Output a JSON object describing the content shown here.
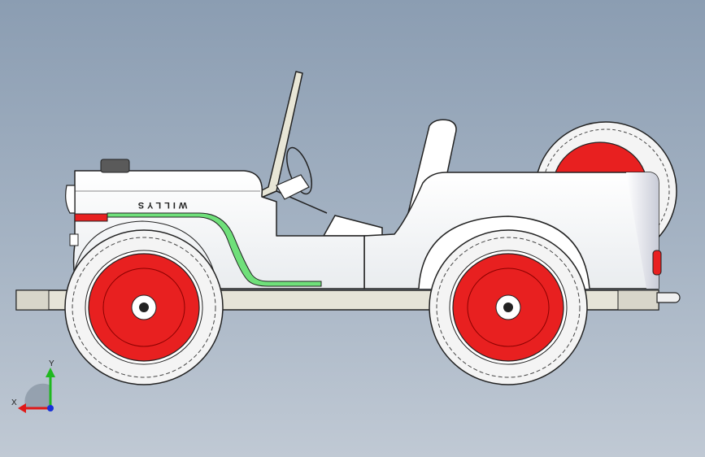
{
  "viewport": {
    "background_top": "#8b9db2",
    "background_bottom": "#c0c9d4"
  },
  "model": {
    "hood_text": "WILLYS",
    "colors": {
      "body": "#ffffff",
      "outline": "#222222",
      "wheel": "#e82020",
      "accent": "#6fe07a",
      "frame": "#e6e4d8",
      "tire": "#f4f4f4"
    }
  },
  "triad": {
    "x_label": "X",
    "y_label": "Y",
    "x_color": "#e01818",
    "y_color": "#1fb81f",
    "z_color": "#1830d8"
  }
}
